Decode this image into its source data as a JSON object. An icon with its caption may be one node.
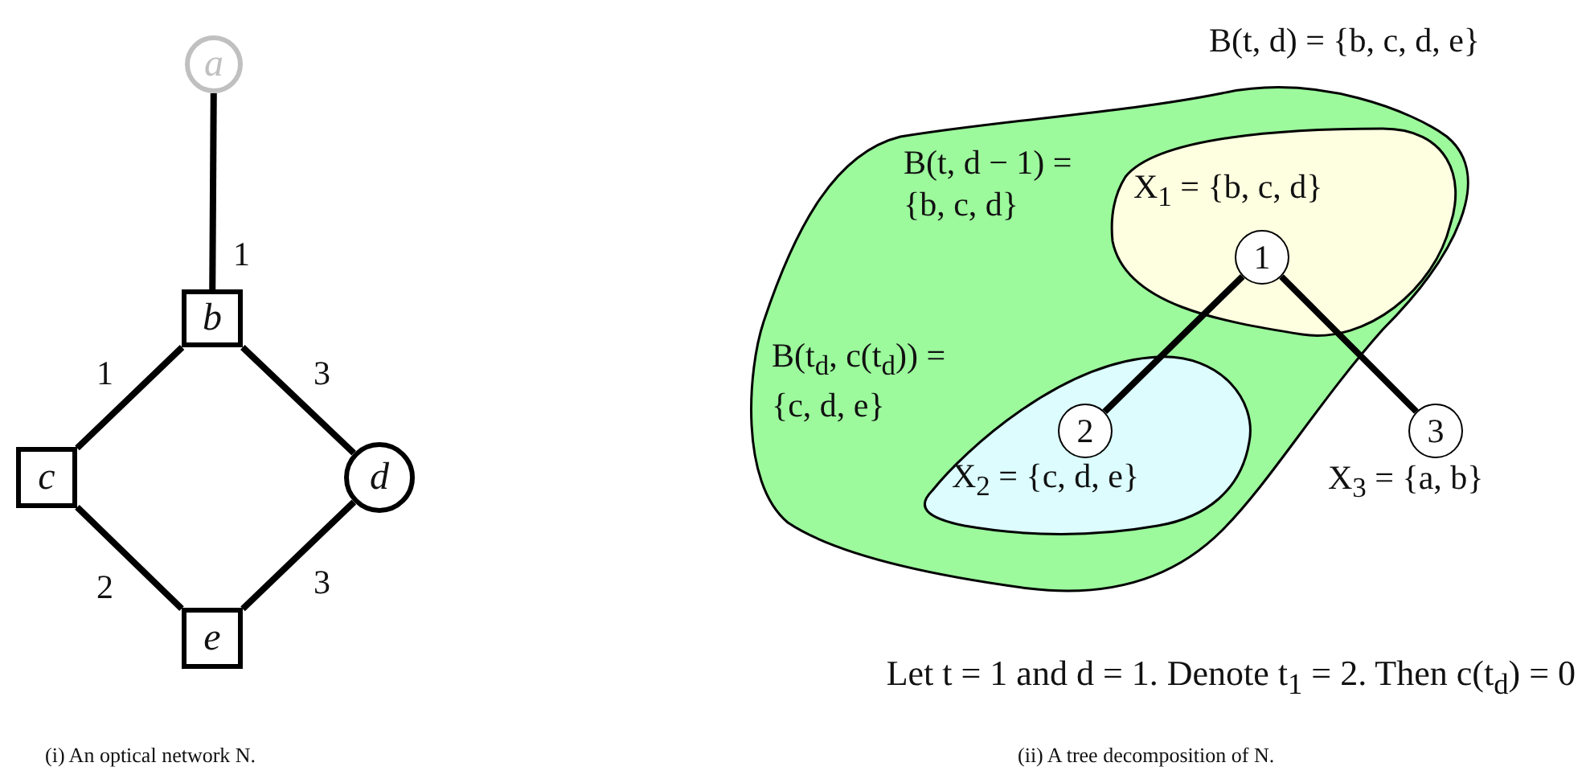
{
  "diagram": {
    "nodes": [
      {
        "text": [
          "a"
        ]
      },
      {
        "text": [
          "b"
        ]
      },
      {
        "text": [
          "c"
        ]
      },
      {
        "text": [
          "d"
        ]
      },
      {
        "text": [
          "e"
        ]
      },
      {
        "text": [
          "B(t, d) = {b, c, d, e}",
          "B(t, d − 1) = {b, c, d}",
          "B(t$_{d}$, c(t$_{d}$)) = {c, d, e}"
        ]
      },
      {
        "text": [
          "X$_{1}$ = {b, c, d}"
        ],
        "in": 5
      },
      {
        "text": [
          "1"
        ],
        "in": 6
      },
      {
        "text": [
          "X$_{2}$ = {c, d, e}"
        ],
        "in": 5
      },
      {
        "text": [
          "2"
        ],
        "in": 8
      },
      {
        "text": [
          "3"
        ],
        "beside": [
          "X$_{3}$ = {a, b}"
        ]
      }
    ],
    "edges": [
      {
        "from": 0,
        "to": 1,
        "arrow": "none",
        "label": "1"
      },
      {
        "from": 1,
        "to": 2,
        "arrow": "none",
        "label": "1"
      },
      {
        "from": 1,
        "to": 3,
        "arrow": "none",
        "label": "3"
      },
      {
        "from": 2,
        "to": 4,
        "arrow": "none",
        "label": "2"
      },
      {
        "from": 3,
        "to": 4,
        "arrow": "none",
        "label": "3"
      },
      {
        "from": 7,
        "to": 9,
        "arrow": "none"
      },
      {
        "from": 7,
        "to": 10,
        "arrow": "none"
      }
    ],
    "labels": [
      "Let t = 1 and d = 1. Denote t$_{1}$ = 2. Then c(t$_{d}$) = 0",
      "(i) An optical network N.",
      "(ii) A tree decomposition of N."
    ]
  }
}
